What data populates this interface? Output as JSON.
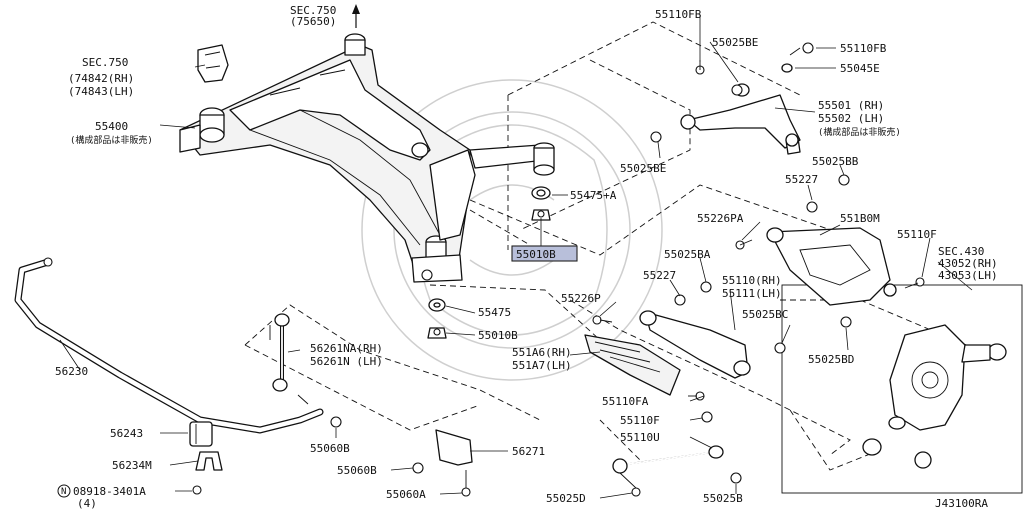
{
  "diagram_id": "J43100RA",
  "highlighted_part": "55010B",
  "callouts": {
    "sec750_top": "SEC.750",
    "sec750_top_ref": "(75650)",
    "sec750_left": "SEC.750",
    "sec750_left_rh": "(74842(RH)",
    "sec750_left_lh": "(74843(LH)",
    "p55400": "55400",
    "p55400_note": "(構成部品は非販売)",
    "p55110FB_top": "55110FB",
    "p55025BE_top": "55025BE",
    "p55110FB_right": "55110FB",
    "p55045E": "55045E",
    "p55501": "55501 (RH)",
    "p55502": "55502 (LH)",
    "p55501_note": "(構成部品は非販売)",
    "p55025BE_mid": "55025BE",
    "p55025BB": "55025BB",
    "p55227_a": "55227",
    "p55475A": "55475+A",
    "p55010B_hl": "55010B",
    "p55226PA": "55226PA",
    "p551B0M": "551B0M",
    "p55110F_r": "55110F",
    "sec430": "SEC.430",
    "p43052": "43052(RH)",
    "p43053": "43053(LH)",
    "p55025BA": "55025BA",
    "p55227_b": "55227",
    "p55110": "55110(RH)",
    "p55111": "55111(LH)",
    "p55226P": "55226P",
    "p55475": "55475",
    "p55010B": "55010B",
    "p56261NA": "56261NA(RH)",
    "p56261N": "56261N (LH)",
    "p56230": "56230",
    "p551A6": "551A6(RH)",
    "p551A7": "551A7(LH)",
    "p55025BC": "55025BC",
    "p55025BD": "55025BD",
    "p55110FA": "55110FA",
    "p55110F_b": "55110F",
    "p55110U": "55110U",
    "p56243": "56243",
    "p55060B": "55060B",
    "p56271": "56271",
    "p56234M": "56234M",
    "p55060B_b": "55060B",
    "p08918": "08918-3401A",
    "p08918_qty": "(4)",
    "p08918_symbol": "N",
    "p55060A": "55060A",
    "p55025D": "55025D",
    "p55025B": "55025B"
  },
  "colors": {
    "line": "#111111",
    "highlight_fill": "#b8bfda",
    "watermark": "#cfcfcf"
  },
  "icons": {
    "arrow_up": "arrow-up-icon",
    "circled_n": "circled-n-icon"
  }
}
